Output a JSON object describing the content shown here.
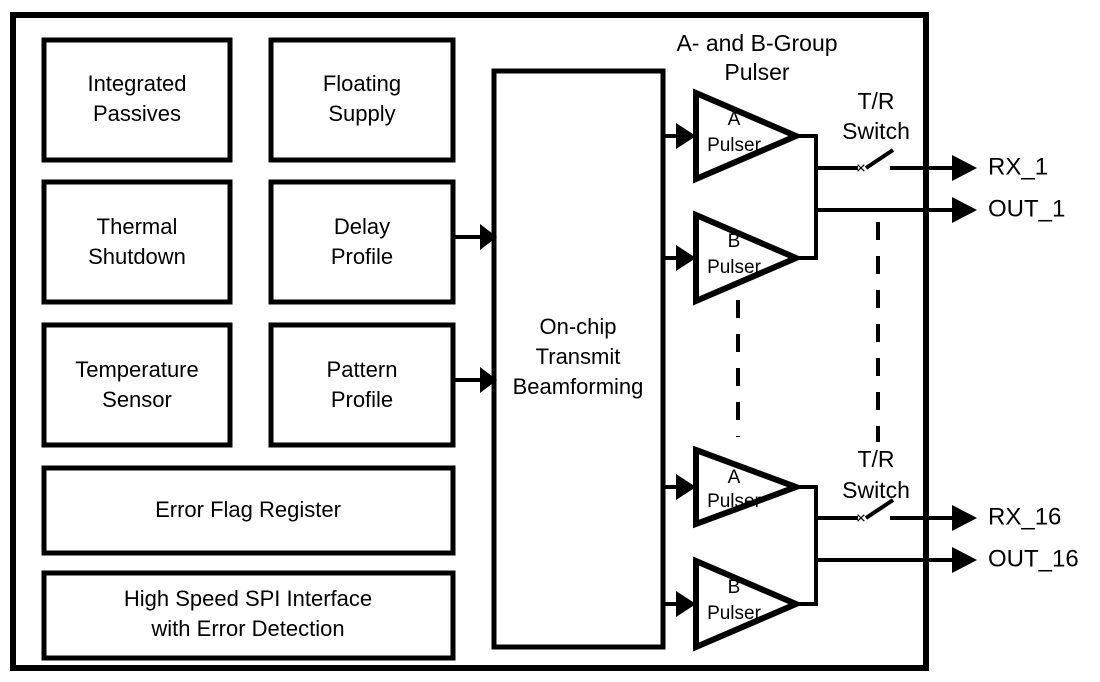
{
  "diagram": {
    "title": "Ultrasound transmit beamformer chip block diagram",
    "colors": {
      "line": "#000000",
      "background": "#ffffff",
      "fill": "#ffffff"
    },
    "left_blocks": [
      {
        "id": "integrated-passives",
        "line1": "Integrated",
        "line2": "Passives"
      },
      {
        "id": "floating-supply",
        "line1": "Floating",
        "line2": "Supply"
      },
      {
        "id": "thermal-shutdown",
        "line1": "Thermal",
        "line2": "Shutdown"
      },
      {
        "id": "delay-profile",
        "line1": "Delay",
        "line2": "Profile"
      },
      {
        "id": "temperature-sensor",
        "line1": "Temperature",
        "line2": "Sensor"
      },
      {
        "id": "pattern-profile",
        "line1": "Pattern",
        "line2": "Profile"
      }
    ],
    "wide_blocks": [
      {
        "id": "error-flag-register",
        "line1": "Error Flag Register",
        "line2": ""
      },
      {
        "id": "spi-interface",
        "line1": "High Speed SPI Interface",
        "line2": "with Error Detection"
      }
    ],
    "center_block": {
      "id": "on-chip-transmit-beamforming",
      "line1": "On-chip",
      "line2": "Transmit",
      "line3": "Beamforming"
    },
    "pulser_group_label": {
      "line1": "A- and B-Group",
      "line2": "Pulser"
    },
    "tr_switch_label": {
      "line1": "T/R",
      "line2": "Switch"
    },
    "channels": [
      {
        "id": "channel-1",
        "pulser_a": {
          "line1": "A",
          "line2": "Pulser"
        },
        "pulser_b": {
          "line1": "B",
          "line2": "Pulser"
        },
        "rx_label": "RX_1",
        "out_label": "OUT_1"
      },
      {
        "id": "channel-16",
        "pulser_a": {
          "line1": "A",
          "line2": "Pulser"
        },
        "pulser_b": {
          "line1": "B",
          "line2": "Pulser"
        },
        "rx_label": "RX_16",
        "out_label": "OUT_16"
      }
    ],
    "switch_hinge_marker": "×",
    "ellipsis_note": "vertical dashed lines indicate repeated channels 2 through 15"
  }
}
